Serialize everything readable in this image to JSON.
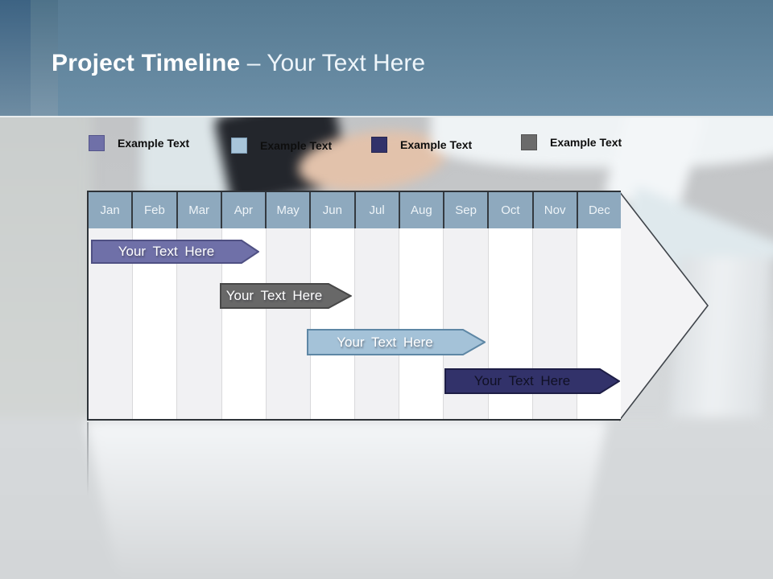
{
  "slide": {
    "title_bold": "Project Timeline",
    "title_rest": "– Your Text Here"
  },
  "legend": {
    "items": [
      {
        "label": "Example Text",
        "color": "#6F70A8"
      },
      {
        "label": "Example Text",
        "color": "#A8C5DA"
      },
      {
        "label": "Example Text",
        "color": "#32326A"
      },
      {
        "label": "Example Text",
        "color": "#6B6B6B"
      }
    ]
  },
  "chart_data": {
    "type": "timeline",
    "title": "Project Timeline – Your Text Here",
    "months": [
      "Jan",
      "Feb",
      "Mar",
      "Apr",
      "May",
      "Jun",
      "Jul",
      "Aug",
      "Sep",
      "Oct",
      "Nov",
      "Dec"
    ],
    "month_band_color": "#8EA9BE",
    "arrow_direction": "right",
    "legend_position": "top",
    "legend_entries": [
      "Example Text",
      "Example Text",
      "Example Text",
      "Example Text"
    ],
    "bars": [
      {
        "row": 1,
        "label": "Your Text Here",
        "start_month": "Jan",
        "end_month": "Mar",
        "span_months": [
          0,
          3.5
        ],
        "color": "#6F70A8",
        "border_color": "#4F5083",
        "text_color": "#FFFFFF"
      },
      {
        "row": 2,
        "label": "Your Text Here",
        "start_month": "Apr",
        "end_month": "Jun",
        "span_months": [
          3,
          6
        ],
        "color": "#686868",
        "border_color": "#474747",
        "text_color": "#FFFFFF"
      },
      {
        "row": 3,
        "label": "Your Text Here",
        "start_month": "Jun",
        "end_month": "Sep",
        "span_months": [
          5,
          9
        ],
        "color": "#A4C2D8",
        "border_color": "#5E87A5",
        "text_color": "#FFFFFF"
      },
      {
        "row": 4,
        "label": "Your Text Here",
        "start_month": "Sep",
        "end_month": "Dec",
        "span_months": [
          8,
          12
        ],
        "color": "#32326A",
        "border_color": "#1D1D45",
        "text_color": "#101024"
      }
    ]
  }
}
